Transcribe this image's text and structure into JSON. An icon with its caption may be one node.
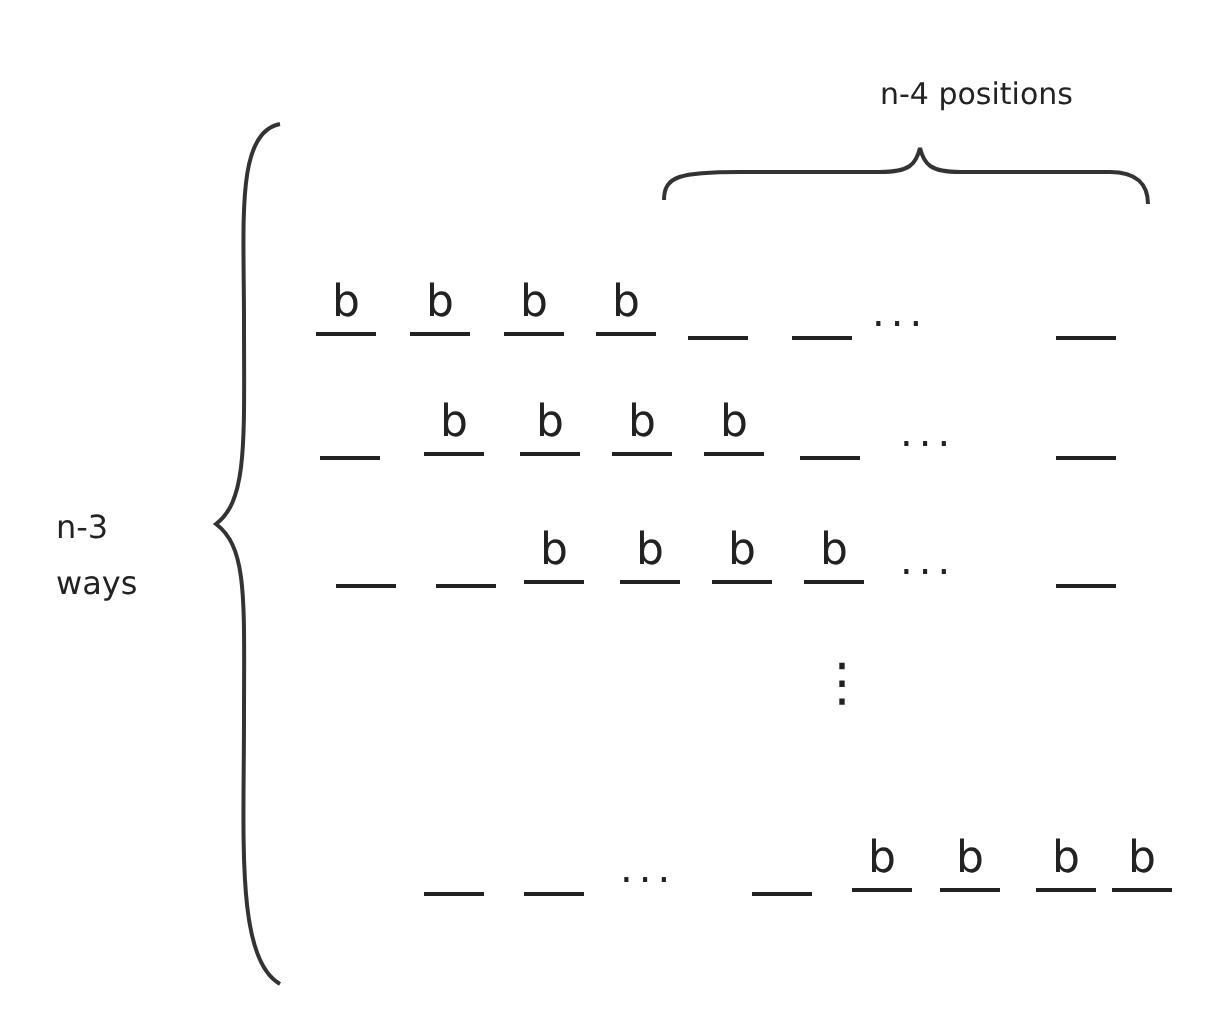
{
  "diagram": {
    "labels": [
      "n-4 positions",
      "n-3 ways",
      "b",
      "b",
      "b",
      "b",
      "...",
      "b",
      "b",
      "b",
      "b",
      "...",
      "b",
      "b",
      "b",
      "b",
      "...",
      "⋮",
      "...",
      "b",
      "b",
      "b",
      "b"
    ]
  }
}
